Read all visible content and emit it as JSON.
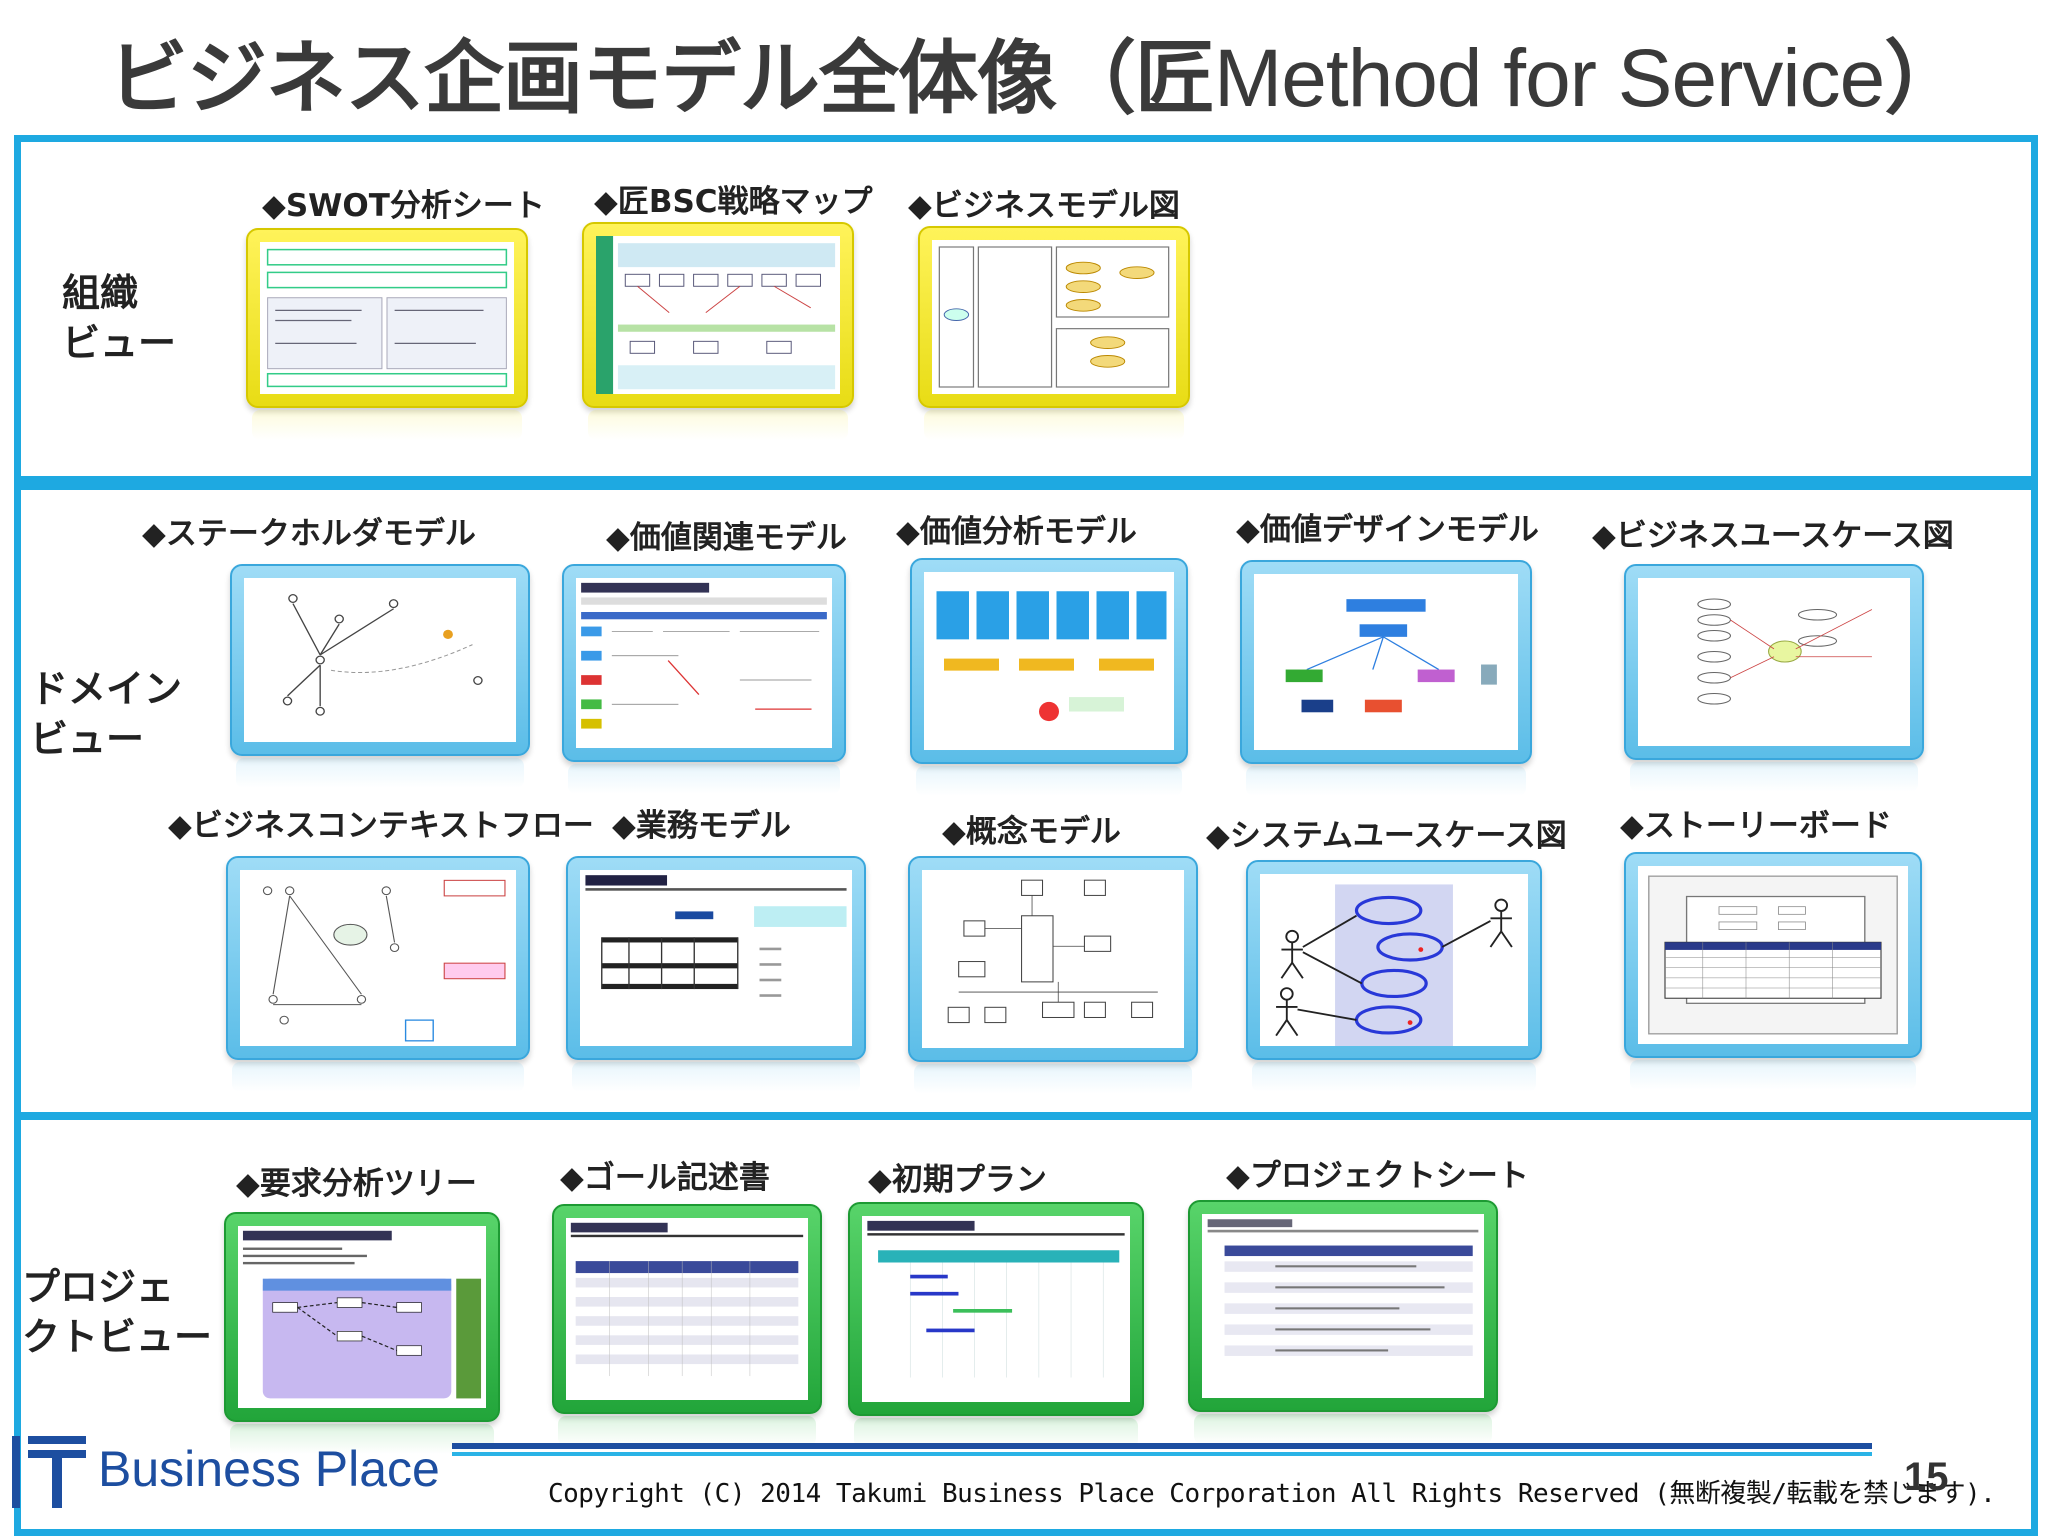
{
  "title": {
    "jp": "ビジネス企画モデル全体像（匠",
    "latin": "Method for Service"
  },
  "title_close": "）",
  "views": [
    {
      "label": "組織\nビュー",
      "color": "yellow",
      "items": [
        {
          "caption": "◆SWOT分析シート"
        },
        {
          "caption": "◆匠BSC戦略マップ"
        },
        {
          "caption": "◆ビジネスモデル図"
        }
      ]
    },
    {
      "label": "ドメイン\nビュー",
      "color": "blue",
      "items": [
        {
          "caption": "◆ステークホルダモデル"
        },
        {
          "caption": "◆価値関連モデル"
        },
        {
          "caption": "◆価値分析モデル"
        },
        {
          "caption": "◆価値デザインモデル"
        },
        {
          "caption": "◆ビジネスユースケース図"
        },
        {
          "caption": "◆ビジネスコンテキストフロー"
        },
        {
          "caption": "◆業務モデル"
        },
        {
          "caption": "◆概念モデル"
        },
        {
          "caption": "◆システムユースケース図"
        },
        {
          "caption": "◆ストーリーボード"
        }
      ]
    },
    {
      "label": "プロジェ\nクトビュー",
      "color": "green",
      "items": [
        {
          "caption": "◆要求分析ツリー"
        },
        {
          "caption": "◆ゴール記述書"
        },
        {
          "caption": "◆初期プラン"
        },
        {
          "caption": "◆プロジェクトシート"
        }
      ]
    }
  ],
  "colors": {
    "band_border": "#1ea9e1",
    "yellow": "#f2e620",
    "blue": "#6ec6ee",
    "green": "#2fb548",
    "brand": "#1d4ea0"
  },
  "footer": {
    "logo_icon": "IT",
    "logo_text": "Business Place",
    "copyright": "Copyright (C) 2014 Takumi Business Place Corporation All Rights Reserved (無断複製/転載を禁じます).",
    "page_number": "15"
  }
}
